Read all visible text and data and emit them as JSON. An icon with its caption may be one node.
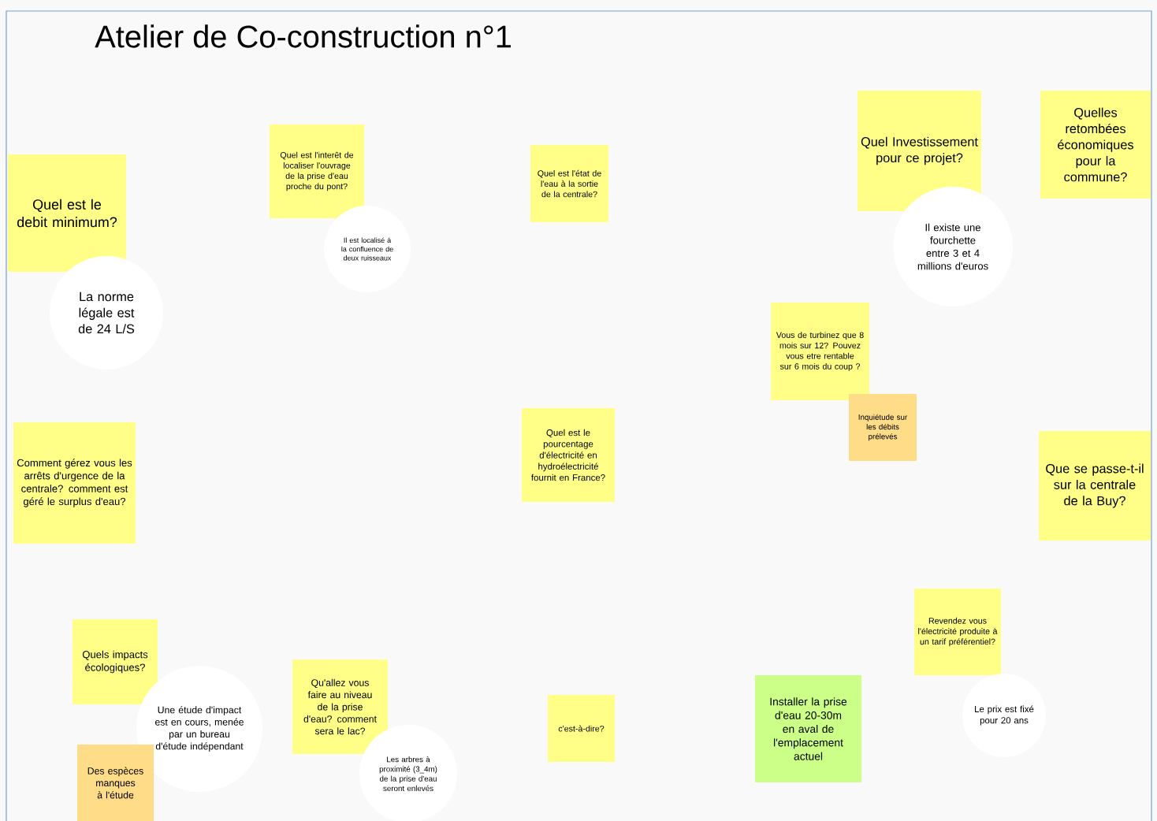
{
  "diagram": {
    "title": "Atelier de Co-construction n°1",
    "nodes": [
      {
        "text": [
          "Quel est le debit minimum?"
        ]
      },
      {
        "text": [
          "La norme légale est de 24 L/S"
        ]
      },
      {
        "text": [
          "Quel est l'interêt de localiser l'ouvrage de la prise d'eau proche du pont?"
        ]
      },
      {
        "text": [
          "Il est localisé à la confluence de deux ruisseaux"
        ]
      },
      {
        "text": [
          "Quel est l'état de l'eau à la sortie de la centrale?"
        ]
      },
      {
        "text": [
          "Quel Investissement pour ce projet?"
        ]
      },
      {
        "text": [
          "Il existe une fourchette entre 3 et 4 millions d'euros"
        ]
      },
      {
        "text": [
          "Quelles retombées économiques pour la commune?"
        ]
      },
      {
        "text": [
          "Vous de turbinez que 8 mois sur 12? Pouvez vous etre rentable sur 6 mois du coup ?"
        ]
      },
      {
        "text": [
          "Inquiétude sur les débits prélevés"
        ]
      },
      {
        "text": [
          "Comment gérez vous les arrêts d'urgence de la centrale? comment est géré le surplus d'eau?"
        ]
      },
      {
        "text": [
          "Quel est le pourcentage d'électricité en hydroélectricité fournit en France?"
        ]
      },
      {
        "text": [
          "Que se passe-t-il sur la centrale de la Buy?"
        ]
      },
      {
        "text": [
          "Revendez vous l'électricité produite à un tarif préférentiel?"
        ]
      },
      {
        "text": [
          "Le prix est fixé pour 20 ans"
        ]
      },
      {
        "text": [
          "Quels impacts écologiques?"
        ]
      },
      {
        "text": [
          "Une étude d'impact est en cours, menée par un bureau d'étude indépendant"
        ]
      },
      {
        "text": [
          "Des espèces manques à l'étude"
        ]
      },
      {
        "text": [
          "Qu'allez vous faire au niveau de la prise d'eau? comment sera le lac?"
        ]
      },
      {
        "text": [
          "Les arbres à proximité (3_4m) de la prise d'eau seront enlevés"
        ]
      },
      {
        "text": [
          "c'est-à-dire?"
        ]
      },
      {
        "text": [
          "Installer la prise d'eau 20-30m en aval de l'emplacement actuel"
        ]
      }
    ]
  }
}
